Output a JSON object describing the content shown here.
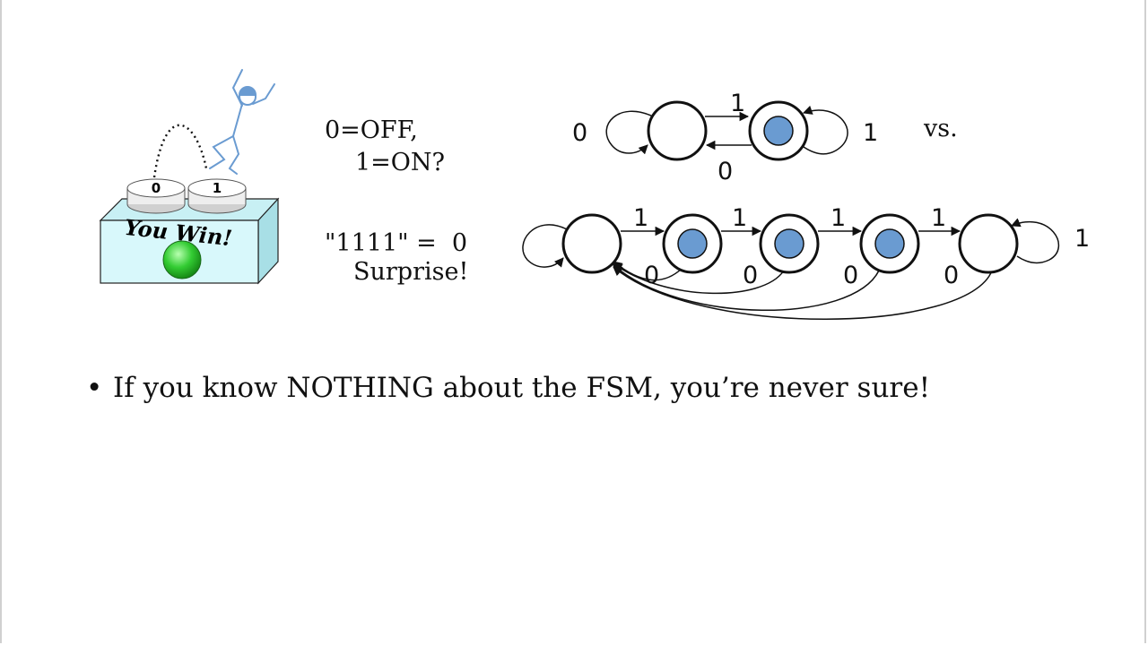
{
  "text": {
    "off_label": "0=OFF,",
    "on_label": "1=ON?",
    "sequence_label": "\"1111\" =  0",
    "surprise_label": "Surprise!",
    "vs_label": "vs.",
    "bullet": "If you know NOTHING about the FSM, you’re never sure!",
    "you_win": "You Win!",
    "button_0": "0",
    "button_1": "1"
  },
  "colors": {
    "accept_dot": "#6a9bd1",
    "box_face": "#d8f8fb",
    "win_light": "#33cc33",
    "figure": "#6a9bd1"
  },
  "fsm_small": {
    "self_loop_left": "0",
    "self_loop_right": "1",
    "top_edge": "1",
    "bottom_edge": "0"
  },
  "fsm_large": {
    "forward_edges": [
      "1",
      "1",
      "1",
      "1"
    ],
    "return_edges": [
      "0",
      "0",
      "0",
      "0"
    ],
    "self_loop_right": "1"
  }
}
